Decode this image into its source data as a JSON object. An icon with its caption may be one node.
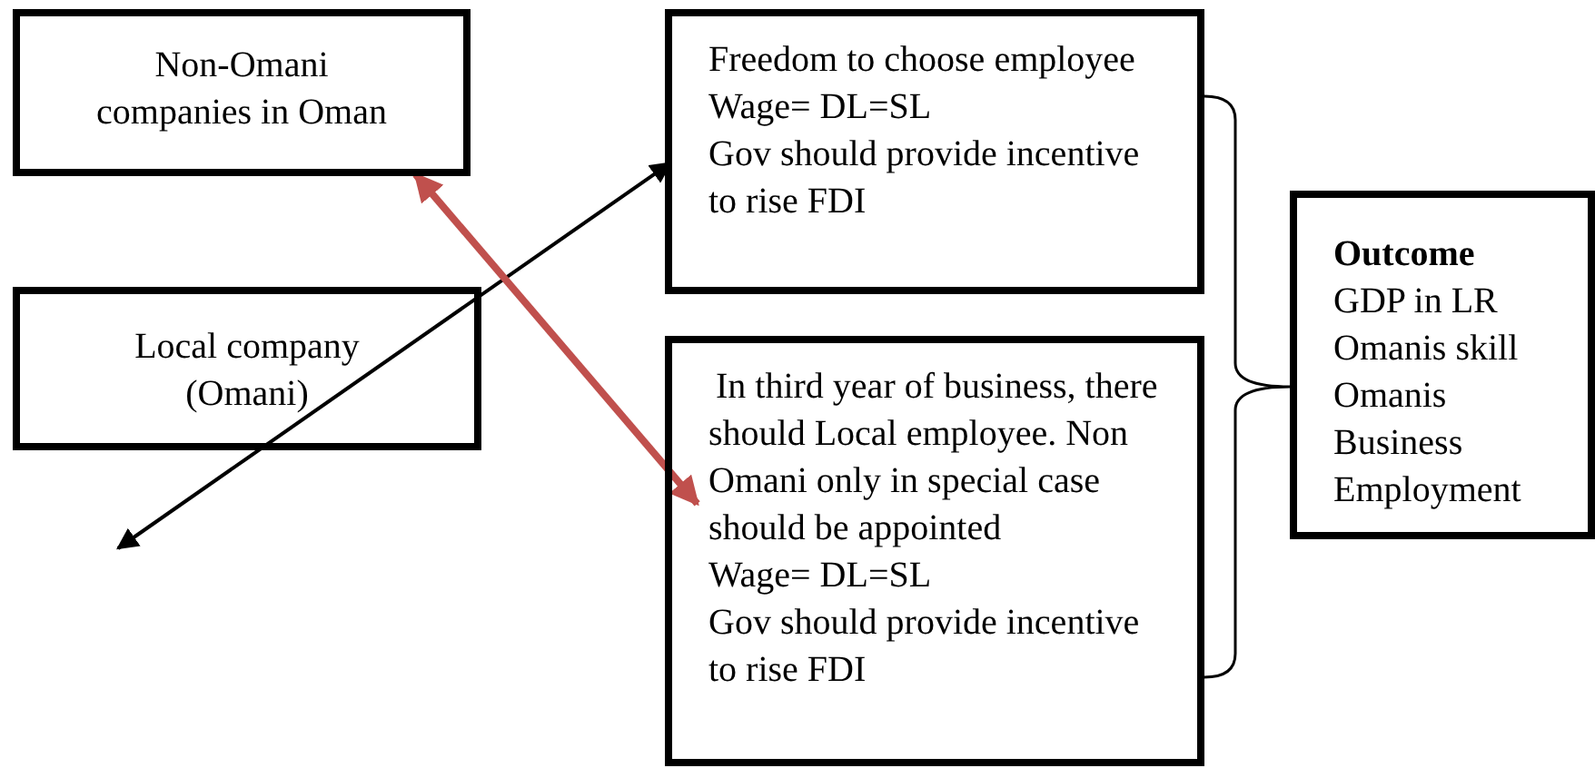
{
  "diagram": {
    "nodes": [
      {
        "text": [
          "Non-Omani companies in Oman"
        ]
      },
      {
        "text": [
          "Local company (Omani)"
        ]
      },
      {
        "text": [
          "Freedom to choose employee",
          "Wage= DL=SL",
          "Gov should provide incentive to rise FDI"
        ]
      },
      {
        "text": [
          "In third year of business, there should Local employee. Non Omani only in special case should be appointed",
          "Wage= DL=SL",
          "Gov should provide incentive to rise FDI"
        ]
      },
      {
        "text": [
          "Outcome",
          "GDP in LR",
          "Omanis skill",
          "Omanis Business",
          "Employment"
        ]
      }
    ],
    "edges": [
      {
        "from": null,
        "to": 2,
        "arrow": "both"
      },
      {
        "from": 0,
        "to": 3,
        "arrow": "both",
        "style": "thick",
        "color": "#c0504d"
      }
    ]
  }
}
